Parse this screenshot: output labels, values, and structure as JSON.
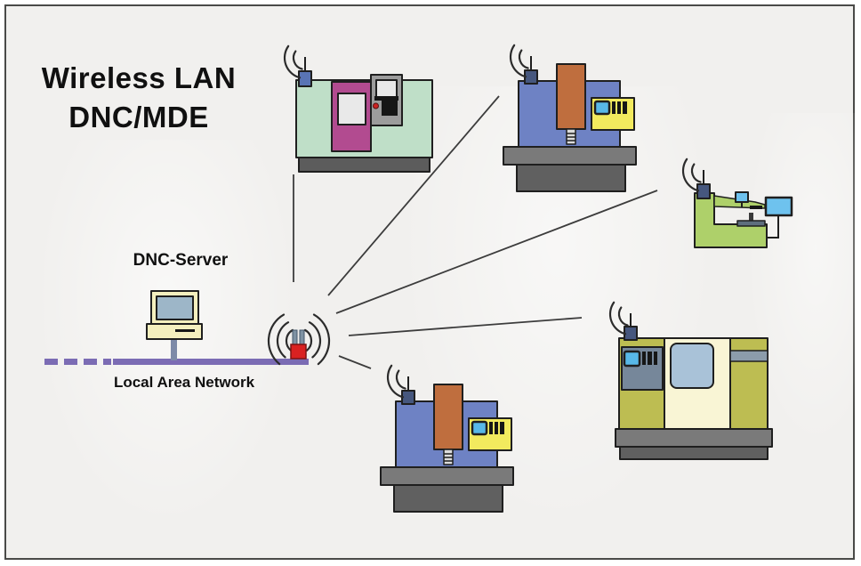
{
  "title": {
    "line1": "Wireless LAN",
    "line2": "DNC/MDE"
  },
  "labels": {
    "server": "DNC-Server",
    "network": "Local Area Network"
  },
  "colors": {
    "canvas_bg": "#f1f0ee",
    "frame_border": "#4a4a48",
    "text": "#101010",
    "outline": "#1f1f1f",
    "ink": "#161616",
    "wave": "#2b2b2b",
    "line": "#3c3c3c",
    "lan": "#7b6cb4",
    "stem": "#7d8aa8",
    "pc_cream": "#f4efbe",
    "pc_screen": "#9db6c8",
    "ap_red": "#d92121",
    "ap_antenna": "#7e92a3",
    "ant_box": "#46577e",
    "ant_box2": "#5974b4",
    "m1_body": "#bfdfc8",
    "m1_door": "#b24b90",
    "m1_win": "#e9e9e9",
    "m1_panel": "#9c9c9c",
    "dot_red": "#cc2222",
    "base_dark": "#5c5c5c",
    "base_mid": "#7a7a7a",
    "base_mid2": "#606060",
    "mill_body": "#6e82c4",
    "mill_col": "#bf6e3e",
    "mill_panel": "#f2ea5e",
    "mill_screen": "#58b8e8",
    "m3_body": "#aed06a",
    "m3_mon": "#6ec2ee",
    "m3_table": "#5e6e7e",
    "m5_olive": "#bdbd52",
    "m5_cream": "#f9f5d5",
    "m5_win": "#a9c2d8",
    "m5_panel": "#76879a",
    "m5_slot": "#8c9cab"
  },
  "icons": {
    "server": "desktop-computer-icon",
    "access_point": "wireless-access-point-icon",
    "waves": "radio-waves-icon",
    "machines": [
      "cnc-lathe-green-icon",
      "vertical-mill-blue-icon",
      "measuring-machine-green-icon",
      "vertical-mill-blue-icon",
      "cnc-lathe-yellow-icon"
    ]
  }
}
